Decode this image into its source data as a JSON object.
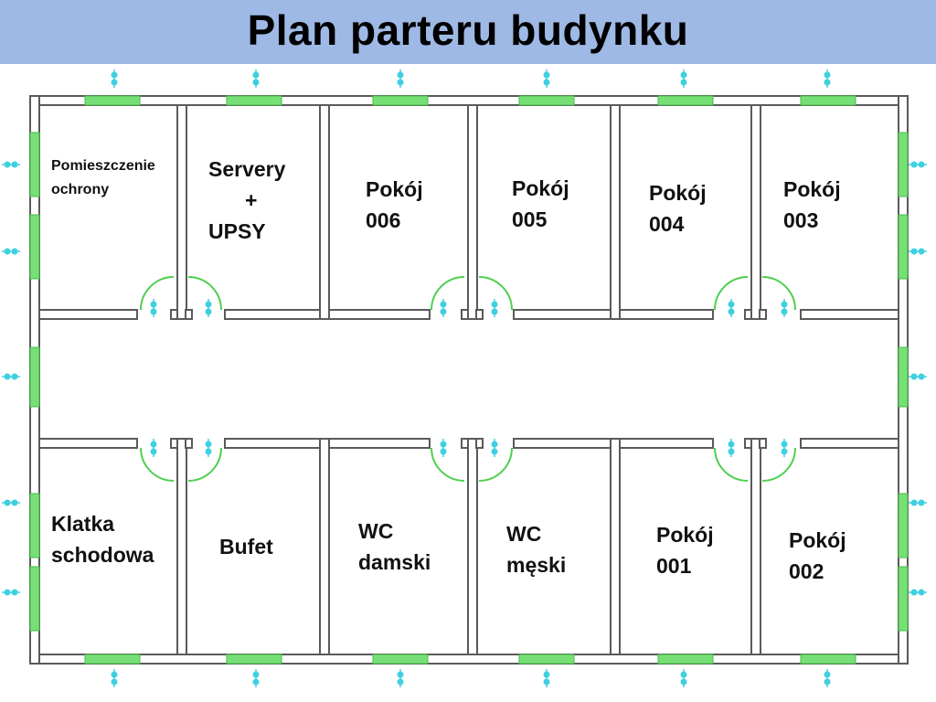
{
  "title": "Plan parteru budynku",
  "colors": {
    "header_bg": "#9fb9e6",
    "wall_fill": "#ffffff",
    "wall_stroke": "#5a5a5a",
    "window_green": "#76e076",
    "door_arc": "#4fcf4f",
    "sensor": "#3fd0e0"
  },
  "rooms": {
    "ochrona": {
      "line1": "Pomieszczenie",
      "line2": "ochrony"
    },
    "servery": {
      "line1": "Servery",
      "line2": "+",
      "line3": "UPSY"
    },
    "p006": {
      "line1": "Pokój",
      "line2": "006"
    },
    "p005": {
      "line1": "Pokój",
      "line2": "005"
    },
    "p004": {
      "line1": "Pokój",
      "line2": "004"
    },
    "p003": {
      "line1": "Pokój",
      "line2": "003"
    },
    "klatka": {
      "line1": "Klatka",
      "line2": "schodowa"
    },
    "bufet": {
      "line1": "Bufet"
    },
    "wc_damski": {
      "line1": "WC",
      "line2": "damski"
    },
    "wc_meski": {
      "line1": "WC",
      "line2": "męski"
    },
    "p001": {
      "line1": "Pokój",
      "line2": "001"
    },
    "p002": {
      "line1": "Pokój",
      "line2": "002"
    }
  }
}
